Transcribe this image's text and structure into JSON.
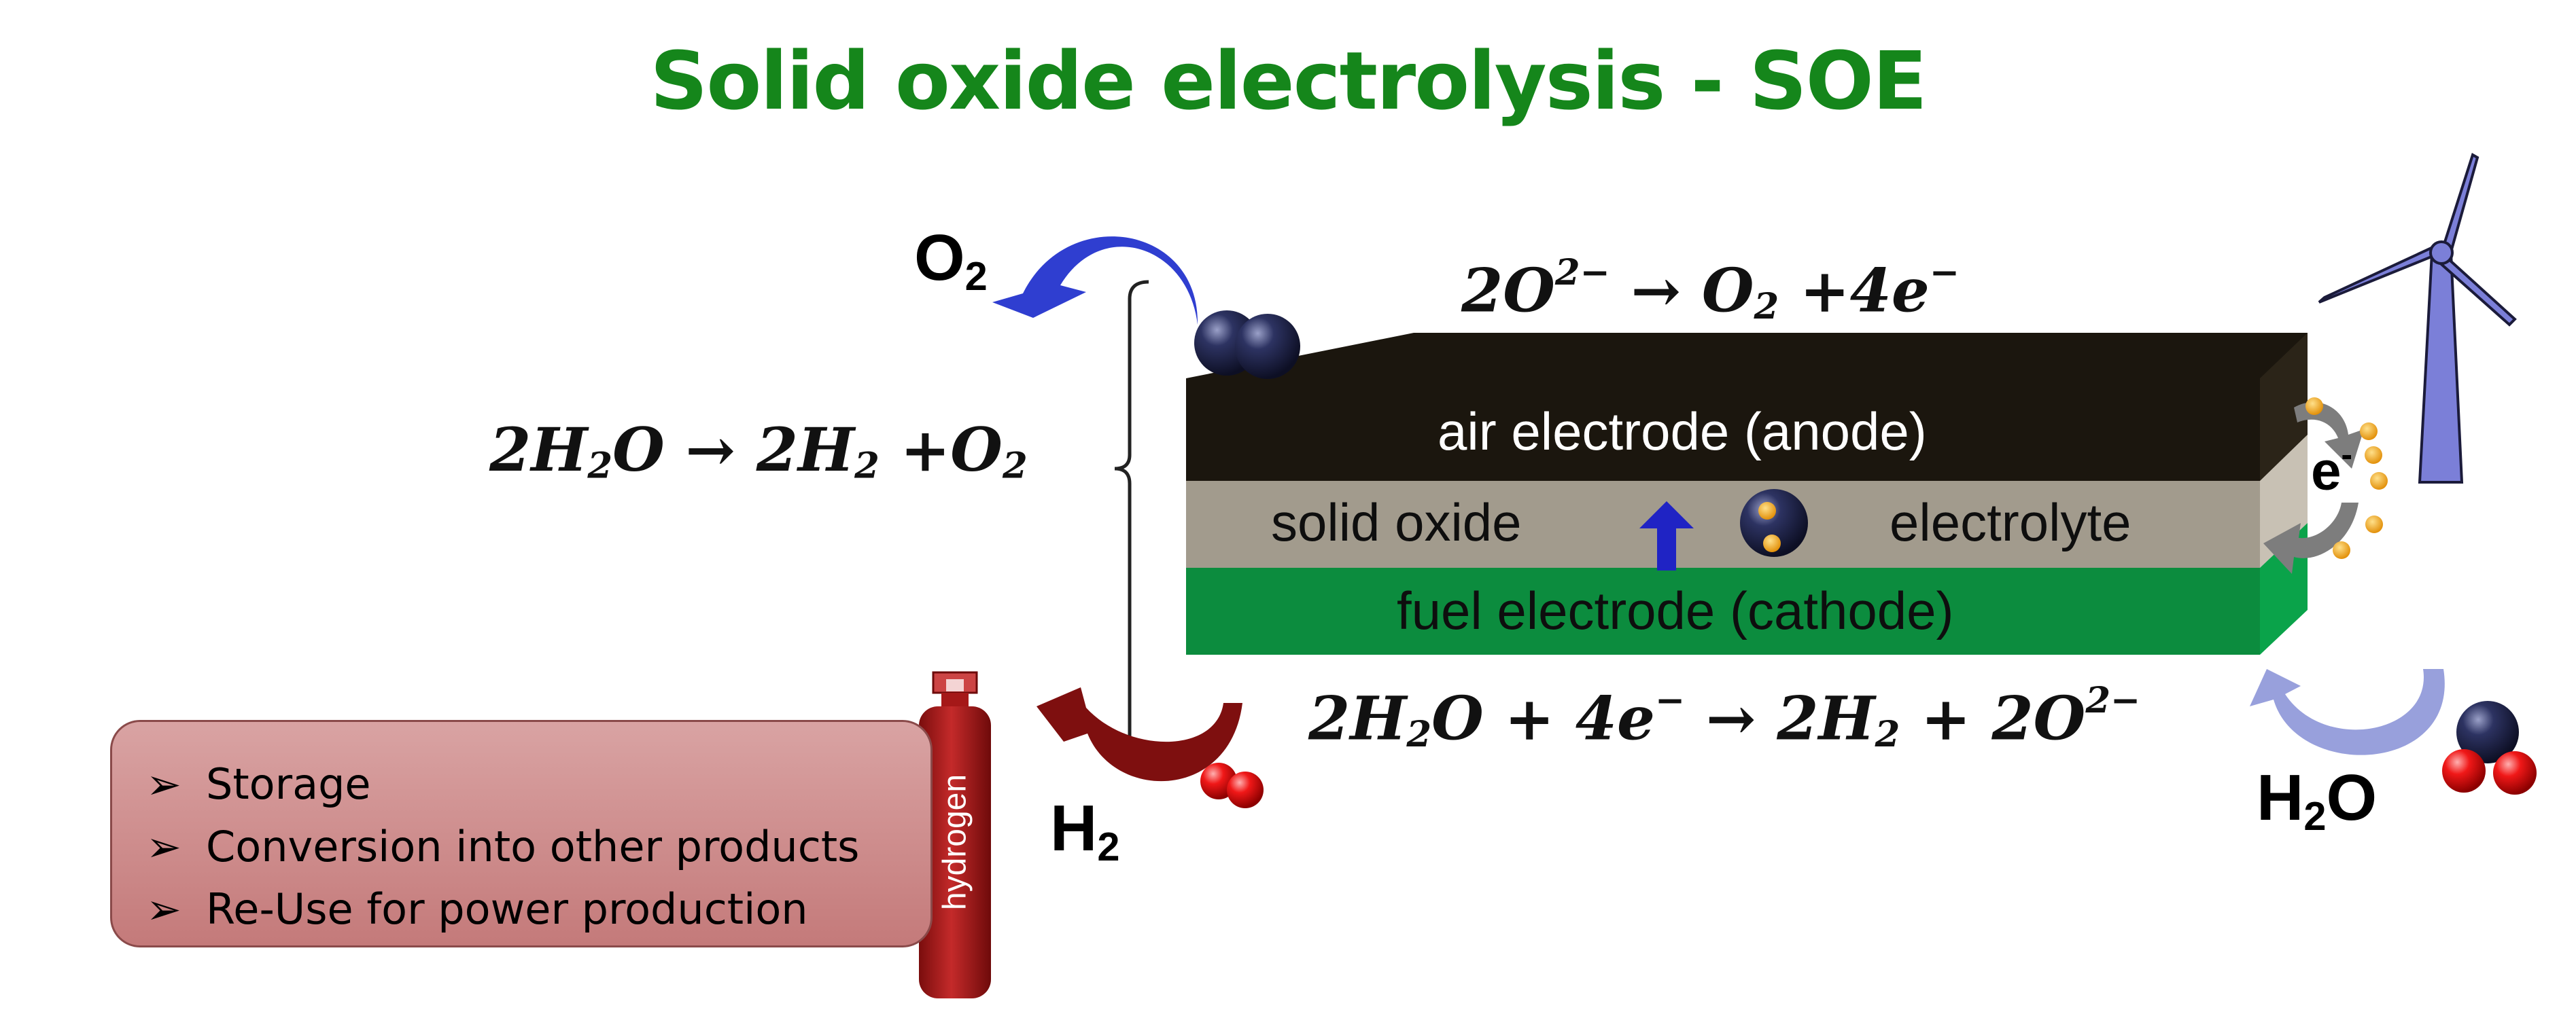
{
  "title": "Solid oxide electrolysis - SOE",
  "colors": {
    "title": "#15861b",
    "anode": "#1b160e",
    "electrolyte": "#a29b8d",
    "cathode": "#0c8c3e",
    "o2_arrow": "#2f3ed0",
    "h2_arrow": "#7e0f0f",
    "h2o_arrow": "#98a0dc",
    "turbine": "#7b7fd8",
    "storage_box": "#c98888",
    "hydrogen_bottle": "#a51818"
  },
  "equations": {
    "overall": {
      "lhs": "2H",
      "lhs_sub": "2",
      "lhs_rest": "O → 2H",
      "rhs_sub": "2",
      "rhs_plus": " +O",
      "rhs_sub2": "2"
    },
    "anode": {
      "a": "2O",
      "a_sup": "2−",
      "b": " → O",
      "b_sub": "2",
      "c": " +4e",
      "c_sup": "−"
    },
    "cathode": {
      "a": "2H",
      "a_sub": "2",
      "b": "O + 4e",
      "b_sup": "−",
      "c": " → 2H",
      "c_sub": "2",
      "d": " + 2O",
      "d_sup": "2−"
    }
  },
  "layers": {
    "anode_label": "air electrode (anode)",
    "electrolyte_left": "solid oxide",
    "electrolyte_right": "electrolyte",
    "cathode_label": "fuel electrode (cathode)"
  },
  "species": {
    "o2": {
      "base": "O",
      "sub": "2"
    },
    "h2": {
      "base": "H",
      "sub": "2"
    },
    "h2o": {
      "a": "H",
      "sub": "2",
      "b": "O"
    },
    "electron": {
      "base": "e",
      "sup": "-"
    }
  },
  "storage_list": {
    "items": [
      "Storage",
      "Conversion into other products",
      "Re-Use for power production"
    ]
  },
  "bottle_label": "hydrogen"
}
